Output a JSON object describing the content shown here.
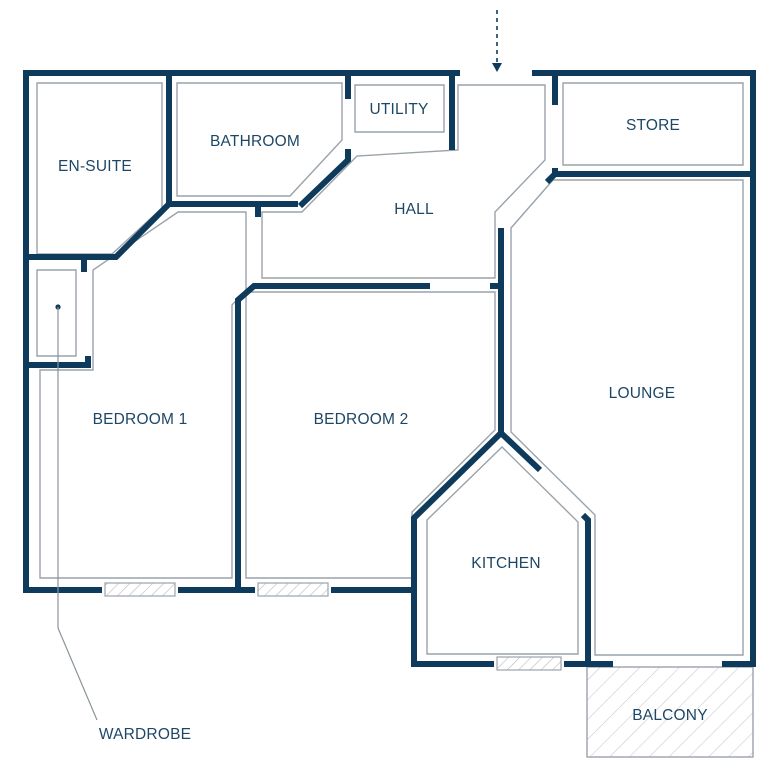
{
  "colors": {
    "wall": "#0e3a5c",
    "inner_line": "#9aa3aa",
    "label": "#1d4766",
    "hatch": "#b4bcc2"
  },
  "rooms": {
    "en_suite": "EN-SUITE",
    "bathroom": "BATHROOM",
    "utility": "UTILITY",
    "store": "STORE",
    "hall": "HALL",
    "bedroom_1": "BEDROOM 1",
    "bedroom_2": "BEDROOM 2",
    "lounge": "LOUNGE",
    "kitchen": "KITCHEN",
    "balcony": "BALCONY"
  },
  "annotations": {
    "wardrobe": "WARDROBE"
  },
  "icons": {
    "entrance": "dashed-arrow-down-icon"
  }
}
